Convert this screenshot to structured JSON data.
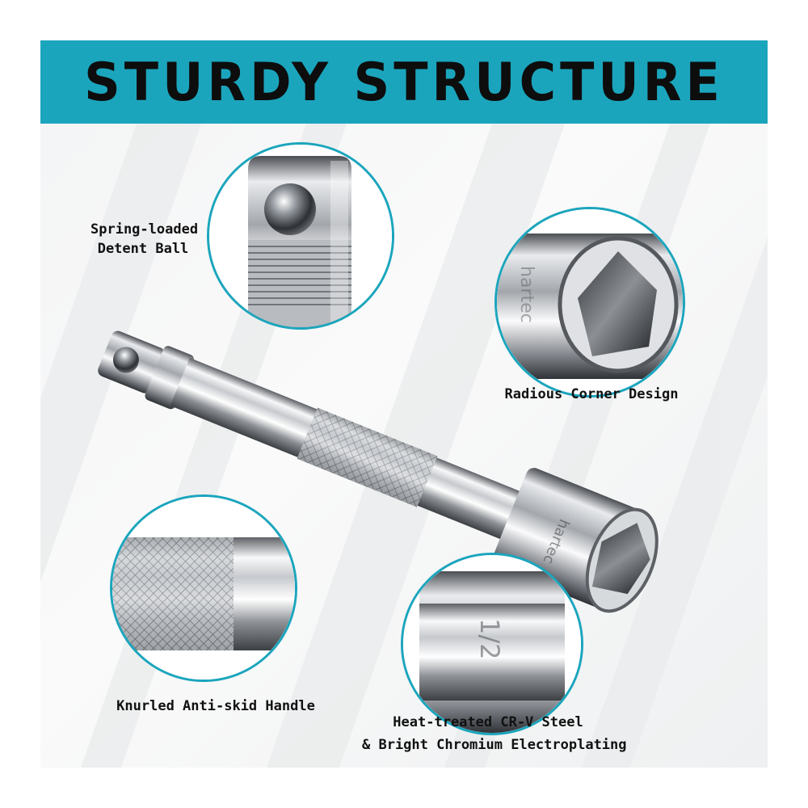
{
  "banner": {
    "title": "STURDY STRUCTURE",
    "background_color": "#1ba5bd"
  },
  "accent_color": "#1ba5bd",
  "callouts": [
    {
      "id": "detent-ball",
      "label_lines": [
        "Spring-loaded",
        "Detent Ball"
      ]
    },
    {
      "id": "radious-corner",
      "label_lines": [
        "Radious Corner Design"
      ]
    },
    {
      "id": "knurled-handle",
      "label_lines": [
        "Knurled Anti-skid Handle"
      ]
    },
    {
      "id": "crv-steel",
      "label_lines": [
        "Heat-treated CR-V Steel",
        "& Bright Chromium Electroplating"
      ]
    }
  ],
  "product": {
    "size_marking": "1/2",
    "brand_marking": "hartec"
  }
}
